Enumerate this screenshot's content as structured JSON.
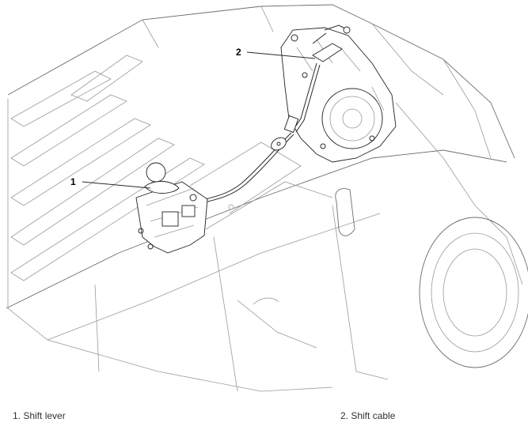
{
  "callouts": [
    {
      "number": "1"
    },
    {
      "number": "2"
    }
  ],
  "legend": [
    {
      "text": "1. Shift lever"
    },
    {
      "text": "2. Shift cable"
    }
  ]
}
